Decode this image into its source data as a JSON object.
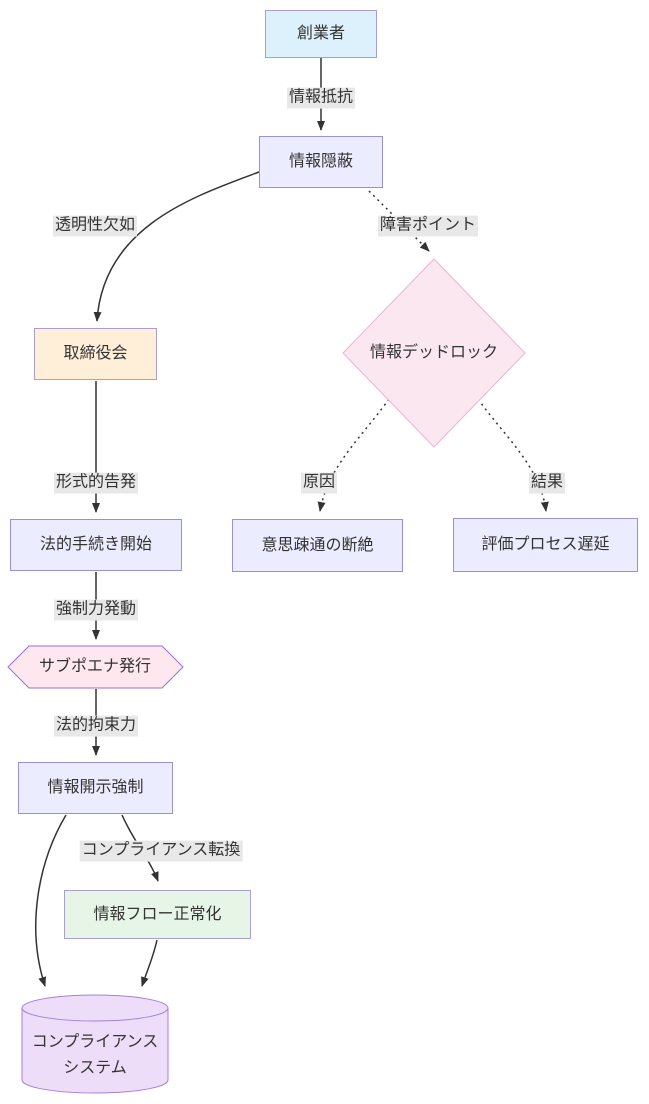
{
  "diagram": {
    "type": "flowchart",
    "direction": "top-down"
  },
  "colors": {
    "background": "#ffffff",
    "text": "#333333",
    "edge": "#333333",
    "edge_label_bg": "#e8e8e8",
    "lavender_fill": "#ececff",
    "lavender_stroke": "#9b8fd6",
    "blue_fill": "#dcf1fb",
    "orange_fill": "#ffefd8",
    "green_fill": "#e6f5e6",
    "pink_diamond_fill": "#fbe7f0",
    "pink_diamond_stroke": "#e8b5d3",
    "pink_hexagon_fill": "#ffe7f0",
    "purple_stroke": "#9370db",
    "cylinder_fill": "#eeddf9",
    "cylinder_stroke": "#a580d8"
  },
  "nodes": {
    "founder": {
      "label": "創業者",
      "shape": "rect",
      "fill": "#dcf1fb"
    },
    "concealment": {
      "label": "情報隠蔽",
      "shape": "rect",
      "fill": "#ececff"
    },
    "board": {
      "label": "取締役会",
      "shape": "rect",
      "fill": "#ffefd8"
    },
    "deadlock": {
      "label": "情報デッドロック",
      "shape": "diamond",
      "fill": "#fbe7f0"
    },
    "legal_start": {
      "label": "法的手続き開始",
      "shape": "rect",
      "fill": "#ececff"
    },
    "comm_breakdown": {
      "label": "意思疎通の断絶",
      "shape": "rect",
      "fill": "#ececff"
    },
    "eval_delay": {
      "label": "評価プロセス遅延",
      "shape": "rect",
      "fill": "#ececff"
    },
    "subpoena": {
      "label": "サブポエナ発行",
      "shape": "hexagon",
      "fill": "#ffe7f0"
    },
    "disclosure": {
      "label": "情報開示強制",
      "shape": "rect",
      "fill": "#ececff"
    },
    "normalization": {
      "label": "情報フロー正常化",
      "shape": "rect",
      "fill": "#e6f5e6"
    },
    "compliance_system": {
      "label": "コンプライアンスシステム",
      "label_line1": "コンプライアンス",
      "label_line2": "システム",
      "shape": "cylinder",
      "fill": "#eeddf9"
    }
  },
  "edges": [
    {
      "from": "創業者",
      "to": "情報隠蔽",
      "label": "情報抵抗",
      "style": "solid"
    },
    {
      "from": "情報隠蔽",
      "to": "取締役会",
      "label": "透明性欠如",
      "style": "solid"
    },
    {
      "from": "情報隠蔽",
      "to": "情報デッドロック",
      "label": "障害ポイント",
      "style": "dotted"
    },
    {
      "from": "情報デッドロック",
      "to": "意思疎通の断絶",
      "label": "原因",
      "style": "dotted"
    },
    {
      "from": "情報デッドロック",
      "to": "評価プロセス遅延",
      "label": "結果",
      "style": "dotted"
    },
    {
      "from": "取締役会",
      "to": "法的手続き開始",
      "label": "形式的告発",
      "style": "solid"
    },
    {
      "from": "法的手続き開始",
      "to": "サブポエナ発行",
      "label": "強制力発動",
      "style": "solid"
    },
    {
      "from": "サブポエナ発行",
      "to": "情報開示強制",
      "label": "法的拘束力",
      "style": "solid"
    },
    {
      "from": "情報開示強制",
      "to": "情報フロー正常化",
      "label": "コンプライアンス転換",
      "style": "solid"
    },
    {
      "from": "情報開示強制",
      "to": "コンプライアンスシステム",
      "label": "",
      "style": "solid"
    },
    {
      "from": "情報フロー正常化",
      "to": "コンプライアンスシステム",
      "label": "",
      "style": "solid"
    }
  ]
}
